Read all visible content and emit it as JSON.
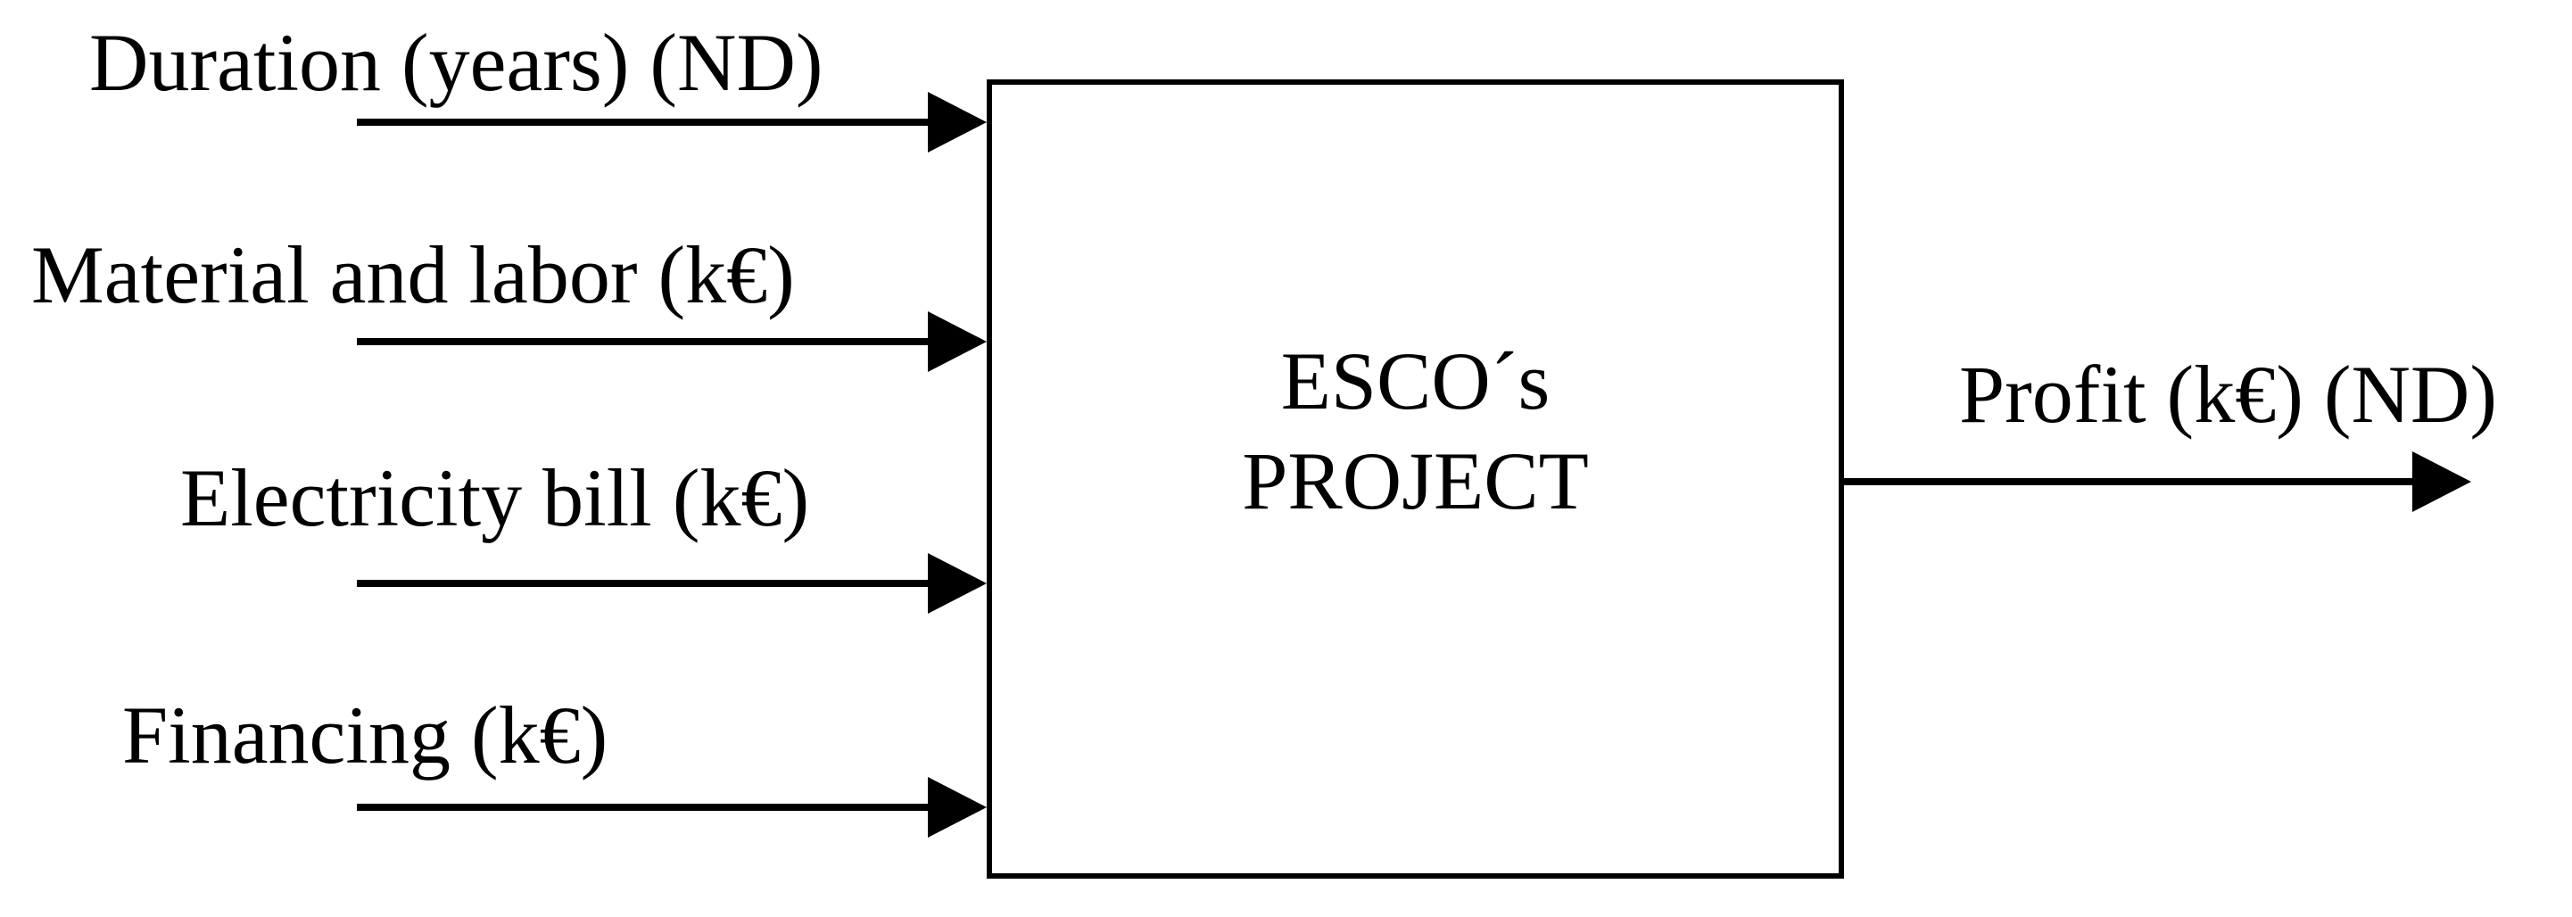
{
  "diagram": {
    "inputs": [
      {
        "label": "Duration (years) (ND)"
      },
      {
        "label": "Material and labor (k€)"
      },
      {
        "label": "Electricity bill (k€)"
      },
      {
        "label": "Financing (k€)"
      }
    ],
    "process": {
      "line1": "ESCO´s",
      "line2": "PROJECT"
    },
    "output": {
      "label": "Profit (k€) (ND)"
    },
    "colors": {
      "line": "#000000",
      "text": "#000000",
      "background": "#ffffff"
    }
  }
}
